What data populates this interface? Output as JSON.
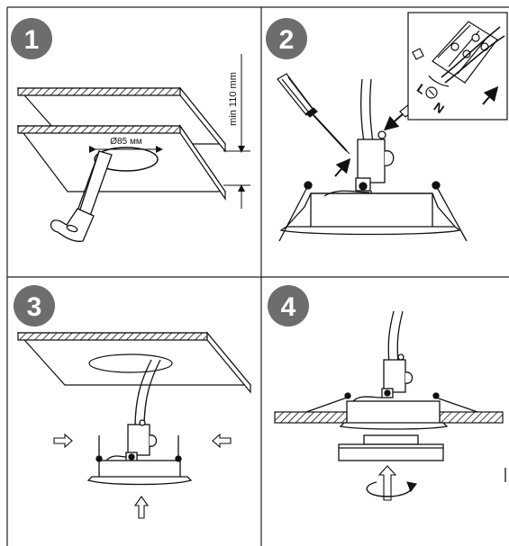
{
  "steps": [
    {
      "number": "1",
      "hole_diameter": "Ø85 мм",
      "ceiling_gap": "min 110 mm"
    },
    {
      "number": "2",
      "terminal_labels": [
        "L",
        "N"
      ]
    },
    {
      "number": "3"
    },
    {
      "number": "4"
    }
  ],
  "colors": {
    "badge": "#6d6d6d",
    "line": "#111111",
    "panel_border": "#222222"
  }
}
